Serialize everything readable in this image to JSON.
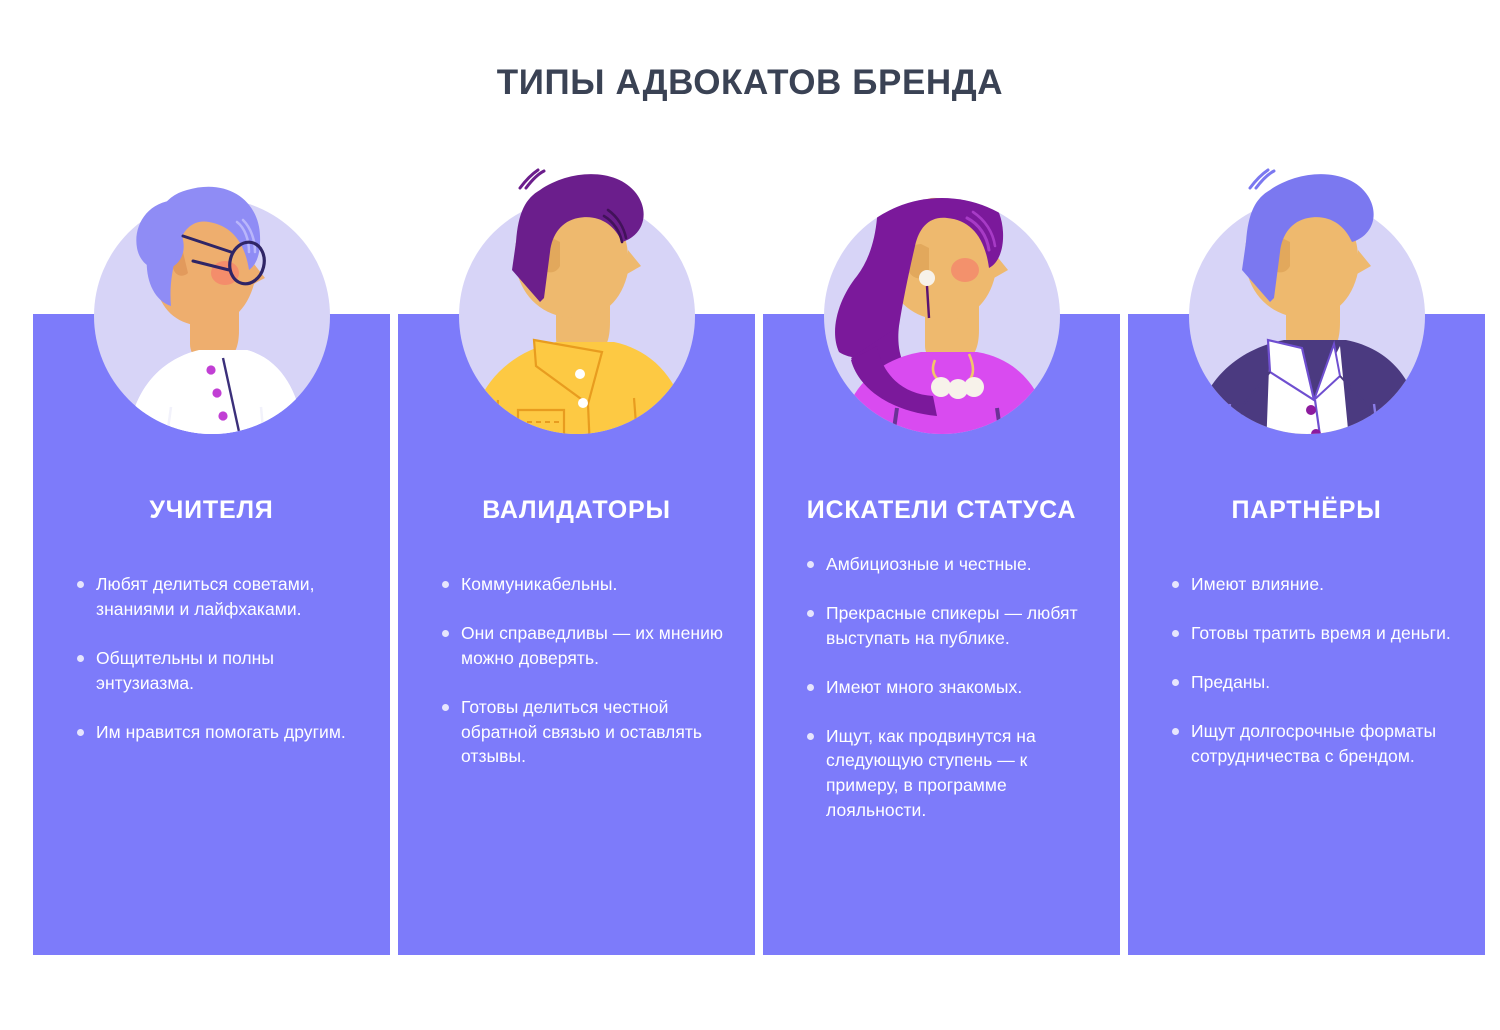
{
  "page": {
    "title": "ТИПЫ АДВОКАТОВ БРЕНДА",
    "background_color": "#ffffff",
    "title_color": "#3a4254",
    "panel_color": "#7d7bfa",
    "panel_text_color": "#ffffff",
    "avatar_circle_color": "#d7d4f7",
    "bullet_color": "#e6e5fd"
  },
  "columns": [
    {
      "id": "teachers",
      "title": "УЧИТЕЛЯ",
      "avatar": {
        "name": "avatar-elderly-woman-glasses",
        "hair_color": "#8f8cf5",
        "skin_color": "#eeae6e",
        "clothing_color": "#ffffff",
        "accent_color": "#c13fd4",
        "blush_color": "#f4876b"
      },
      "bullets": [
        "Любят делиться советами, знаниями и лайфхаками.",
        "Общительны и полны энтузиазма.",
        "Им нравится помогать другим."
      ]
    },
    {
      "id": "validators",
      "title": "ВАЛИДАТОРЫ",
      "avatar": {
        "name": "avatar-man-yellow-shirt",
        "hair_color": "#6b1e8c",
        "skin_color": "#eeb96e",
        "clothing_color": "#fdc943",
        "accent_color": "#e89c1f",
        "blush_color": "#f4876b"
      },
      "bullets": [
        "Коммуникабельны.",
        "Они справедливы — их мнению можно доверять.",
        "Готовы делиться честной обратной связью и оставлять отзывы."
      ]
    },
    {
      "id": "status-seekers",
      "title": "ИСКАТЕЛИ СТАТУСА",
      "avatar": {
        "name": "avatar-woman-purple-hair-necklace",
        "hair_color": "#7b199b",
        "skin_color": "#eeb96e",
        "clothing_color": "#d94bf0",
        "accent_color": "#f7f2ea",
        "blush_color": "#f4876b"
      },
      "bullets": [
        "Амбициозные и честные.",
        "Прекрасные спикеры — любят выступать на публике.",
        "Имеют много знакомых.",
        "Ищут, как продвинутся на следующую ступень — к примеру, в программе лояльности."
      ]
    },
    {
      "id": "partners",
      "title": "ПАРТНЁРЫ",
      "avatar": {
        "name": "avatar-man-suit-white-shirt",
        "hair_color": "#7b78f0",
        "skin_color": "#eeb96e",
        "clothing_color": "#ffffff",
        "accent_color": "#4b3a80",
        "blush_color": "#f4876b"
      },
      "bullets": [
        "Имеют влияние.",
        "Готовы тратить время и деньги.",
        "Преданы.",
        "Ищут долгосрочные форматы сотрудничества с брендом."
      ]
    }
  ]
}
